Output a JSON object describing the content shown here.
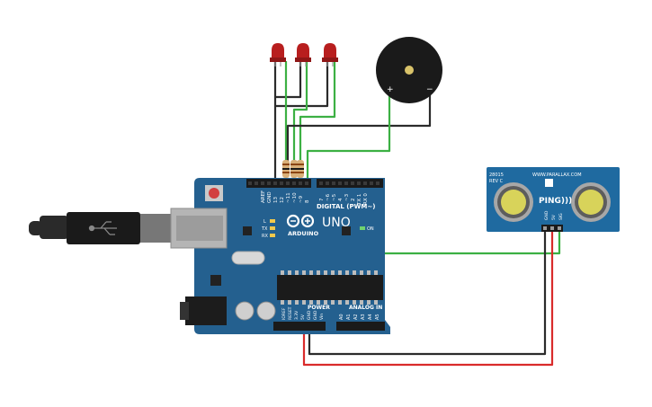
{
  "board": {
    "logo_text": "ARDUINO",
    "model": "UNO",
    "digital_header": "DIGITAL (PWM~)",
    "aref": "AREF",
    "gnd": "GND",
    "pin13": "13",
    "pin12": "12",
    "pin11": "~11",
    "pin10": "~10",
    "pin9": "~9",
    "pin8": "8",
    "pin7": "7",
    "pin6": "~6",
    "pin5": "~5",
    "pin4": "4",
    "pin3": "~3",
    "pin2": "2",
    "tx": "TX 1",
    "rx": "RX 0",
    "led_l": "L",
    "led_tx": "TX",
    "led_rx": "RX",
    "led_on": "ON",
    "power_label": "POWER",
    "analog_label": "ANALOG IN",
    "p_ioref": "IOREF",
    "p_reset": "RESET",
    "p_33v": "3.3V",
    "p_5v": "5V",
    "p_gnd1": "GND",
    "p_gnd2": "GND",
    "p_vin": "Vin",
    "a0": "A0",
    "a1": "A1",
    "a2": "A2",
    "a3": "A3",
    "a4": "A4",
    "a5": "A5"
  },
  "sensor": {
    "part_no": "28015",
    "rev": "REV C",
    "website": "WWW.PARALLAX.COM",
    "brand": "PING)))",
    "pin_gnd": "GND",
    "pin_5v": "5V",
    "pin_sig": "SIG"
  },
  "buzzer": {
    "plus": "+",
    "minus": "−"
  },
  "colors": {
    "board": "#24608f",
    "sensor": "#1f6aa0",
    "led": "#b81e1e",
    "wire_green": "#3cb043",
    "wire_black": "#2b2b2b",
    "wire_red": "#d92b2b",
    "buzzer": "#1a1a1a"
  },
  "icons": {
    "usb": "usb-icon",
    "arduino_logo": "infinity-logo-icon"
  }
}
